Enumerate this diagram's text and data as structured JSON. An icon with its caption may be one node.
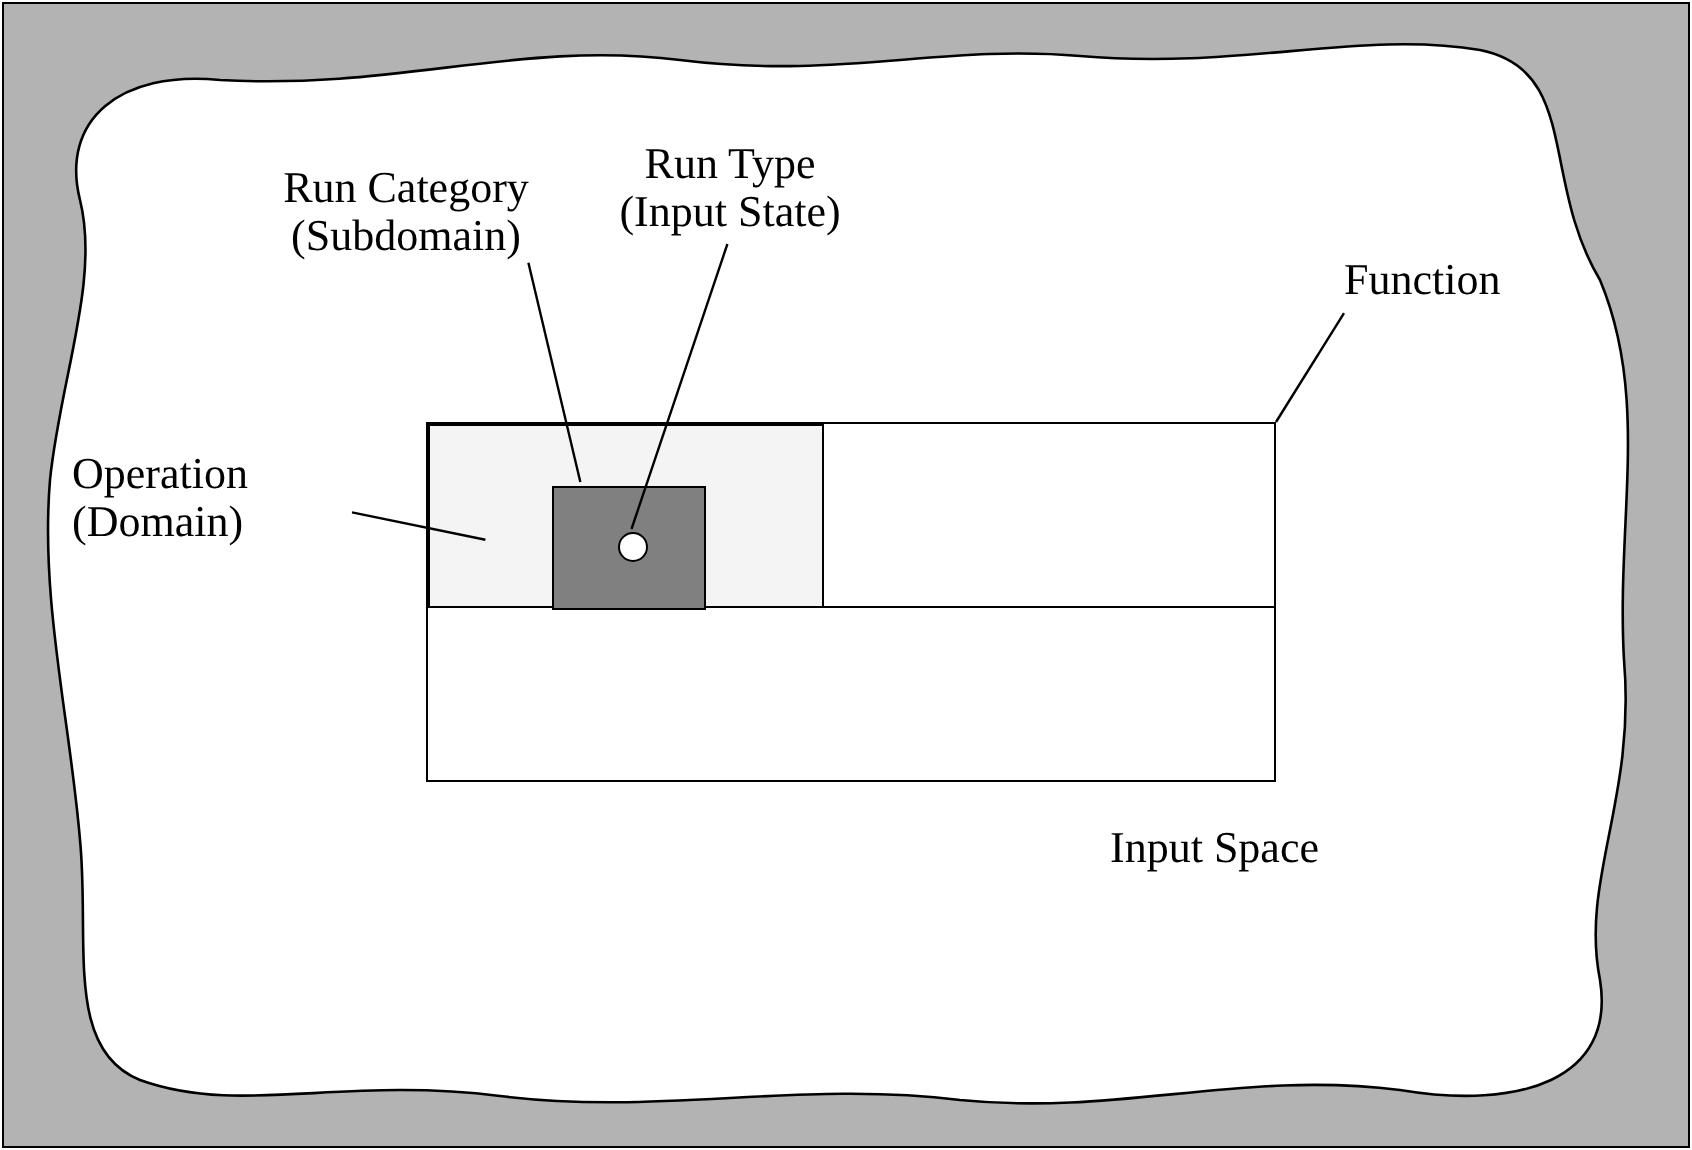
{
  "diagram": {
    "nodes": [
      {
        "text": [
          "Input Space"
        ]
      },
      {
        "text": [],
        "shape": "box",
        "in": 0
      },
      {
        "text": [],
        "shape": "box",
        "in": 1
      },
      {
        "text": [],
        "shape": "box",
        "in": 2
      },
      {
        "text": [],
        "shape": "circle",
        "in": 3
      },
      {
        "text": [
          "Function"
        ],
        "in": 0
      },
      {
        "text": [
          "Operation (Domain)"
        ],
        "in": 0
      },
      {
        "text": [
          "Run Category (Subdomain)"
        ],
        "in": 0
      },
      {
        "text": [
          "Run Type (Input State)"
        ],
        "in": 0
      }
    ],
    "edges": [
      {
        "from": 5,
        "to": 1,
        "arrow": "none"
      },
      {
        "from": 6,
        "to": 2,
        "arrow": "none"
      },
      {
        "from": 7,
        "to": 3,
        "arrow": "none"
      },
      {
        "from": 8,
        "to": 4,
        "arrow": "none"
      }
    ]
  }
}
